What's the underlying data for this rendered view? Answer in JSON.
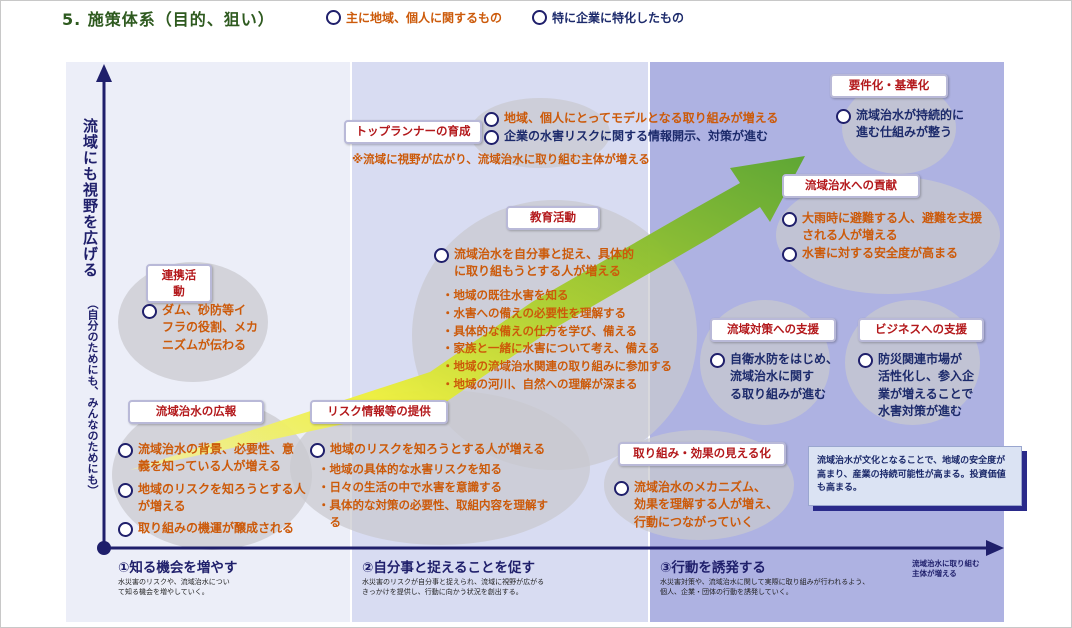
{
  "title": "5. 施策体系（目的、狙い）",
  "legend": [
    {
      "label": "主に地域、個人に関するもの",
      "color": "#cc5a0a"
    },
    {
      "label": "特に企業に特化したもの",
      "color": "#1c2a6b"
    }
  ],
  "axes": {
    "y_label": "流域にも視野を広げる",
    "y_sub": "（自分のためにも、みんなのためにも）",
    "x_label_line1": "流域治水に取り組む",
    "x_label_line2": "主体が増える"
  },
  "phases": [
    {
      "title": "①知る機会を増やす",
      "desc1": "水災害のリスクや、流域治水につい",
      "desc2": "て知る機会を増やしていく。"
    },
    {
      "title": "②自分事と捉えることを促す",
      "desc1": "水災害のリスクが自分事と捉えられ、流域に視野が広がる",
      "desc2": "きっかけを提供し、行動に向かう状況を創出する。"
    },
    {
      "title": "③行動を誘発する",
      "desc1": "水災害対策や、流域治水に関して実際に取り組みが行われるよう、",
      "desc2": "個人、企業・団体の行動を誘発していく。"
    }
  ],
  "groups": {
    "renkei": {
      "tag_l1": "連携活",
      "tag_l2": "動",
      "items": [
        "ダム、砂防等イ",
        "フラの役割、メカ",
        "ニズムが伝わる"
      ]
    },
    "kouka": {
      "tag": "流域治水の広報",
      "items": [
        {
          "l1": "流域治水の背景、必要性、意",
          "l2": "義を知っている人が増える"
        },
        {
          "l1": "地域のリスクを知ろうとする人",
          "l2": "が増える"
        },
        {
          "l1": "取り組みの機運が醸成される",
          "l2": ""
        }
      ]
    },
    "risk": {
      "tag": "リスク情報等の提供",
      "item": "地域のリスクを知ろうとする人が増える",
      "subs": [
        "・地域の具体的な水害リスクを知る",
        "・日々の生活の中で水害を意識する",
        "・具体的な対策の必要性、取組内容を理解す",
        "　る"
      ]
    },
    "kyoiku": {
      "tag": "教育活動",
      "item_l1": "流域治水を自分事と捉え、具体的",
      "item_l2": "に取り組もうとする人が増える",
      "subs": [
        "・地域の既往水害を知る",
        "・水害への備えの必要性を理解する",
        "・具体的な備えの仕方を学び、備える",
        "・家族と一緒に水害について考え、備える",
        "・地域の流域治水関連の取り組みに参加する",
        "・地域の河川、自然への理解が深まる"
      ]
    },
    "top": {
      "tag": "トップランナーの育成",
      "item1": "地域、個人にとってモデルとなる取り組みが増える",
      "item2": "企業の水害リスクに関する情報開示、対策が進む",
      "note": "※流域に視野が広がり、流域治水に取り組む主体が増える"
    },
    "mieruka": {
      "tag": "取り組み・効果の見える化",
      "l1": "流域治水のメカニズム、",
      "l2": "効果を理解する人が増え、",
      "l3": "行動につながっていく"
    },
    "taisaku": {
      "tag": "流域対策への支援",
      "l1": "自衛水防をはじめ、",
      "l2": "流域治水に関す",
      "l3": "る取り組みが進む"
    },
    "business": {
      "tag": "ビジネスへの支援",
      "l1": "防災関連市場が",
      "l2": "活性化し、参入企",
      "l3": "業が増えることで",
      "l4": "水害対策が進む"
    },
    "kouken": {
      "tag": "流域治水への貢献",
      "item1_l1": "大雨時に避難する人、避難を支援",
      "item1_l2": "される人が増える",
      "item2": "水害に対する安全度が高まる"
    },
    "youken": {
      "tag": "要件化・基準化",
      "l1": "流域治水が持続的に",
      "l2": "進む仕組みが整う"
    }
  },
  "summary": {
    "l1": "流域治水が文化となることで、地域の安全度が",
    "l2": "高まり、産業の持続可能性が高まる。投資価値",
    "l3": "も高まる。"
  },
  "colors": {
    "arrow": "#6aae2a",
    "col1": "#eceef8",
    "col2": "#d8dcf2",
    "col3": "#aeb2e2",
    "axis": "#1f1f6b"
  }
}
